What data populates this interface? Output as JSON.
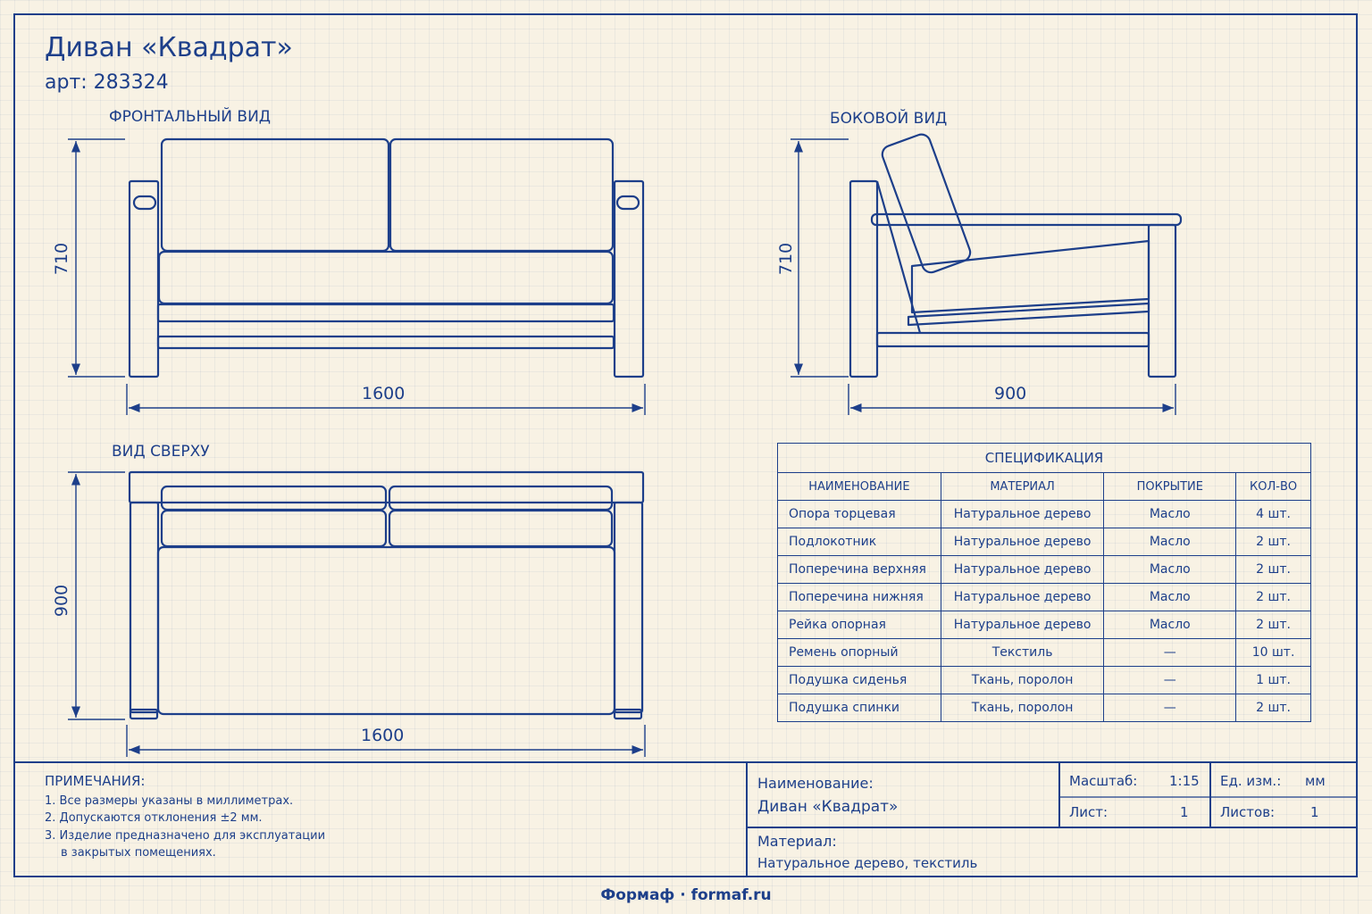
{
  "title": "Диван «Квадрат»",
  "article": "арт: 283324",
  "views": {
    "front": {
      "title": "ФРОНТАЛЬНЫЙ ВИД",
      "height": "710",
      "width": "1600"
    },
    "side": {
      "title": "БОКОВОЙ ВИД",
      "height": "710",
      "width": "900"
    },
    "top": {
      "title": "ВИД СВЕРХУ",
      "depth": "900",
      "width": "1600"
    }
  },
  "spec": {
    "caption": "СПЕЦИФИКАЦИЯ",
    "headers": [
      "НАИМЕНОВАНИЕ",
      "МАТЕРИАЛ",
      "ПОКРЫТИЕ",
      "КОЛ-ВО"
    ],
    "rows": [
      [
        "Опора торцевая",
        "Натуральное дерево",
        "Масло",
        "4 шт."
      ],
      [
        "Подлокотник",
        "Натуральное дерево",
        "Масло",
        "2 шт."
      ],
      [
        "Поперечина верхняя",
        "Натуральное дерево",
        "Масло",
        "2 шт."
      ],
      [
        "Поперечина нижняя",
        "Натуральное дерево",
        "Масло",
        "2 шт."
      ],
      [
        "Рейка опорная",
        "Натуральное дерево",
        "Масло",
        "2 шт."
      ],
      [
        "Ремень опорный",
        "Текстиль",
        "—",
        "10 шт."
      ],
      [
        "Подушка сиденья",
        "Ткань, поролон",
        "—",
        "1 шт."
      ],
      [
        "Подушка спинки",
        "Ткань, поролон",
        "—",
        "2 шт."
      ]
    ]
  },
  "notes": {
    "title": "ПРИМЕЧАНИЯ:",
    "items": [
      "1.  Все размеры указаны в миллиметрах.",
      "2.  Допускаются отклонения ±2 мм.",
      "3.  Изделие предназначено для эксплуатации",
      "в закрытых помещениях."
    ]
  },
  "title_block": {
    "name_label": "Наименование:",
    "name_value": "Диван «Квадрат»",
    "scale_label": "Масштаб:",
    "scale_value": "1:15",
    "unit_label": "Ед. изм.:",
    "unit_value": "мм",
    "sheet_label": "Лист:",
    "sheet_value": "1",
    "sheets_label": "Листов:",
    "sheets_value": "1",
    "material_label": "Материал:",
    "material_value": "Натуральное дерево, текстиль"
  },
  "footer": "Формаф  ·  formaf.ru",
  "colors": {
    "ink": "#1d3f8a",
    "paper": "#f8f2e4"
  }
}
